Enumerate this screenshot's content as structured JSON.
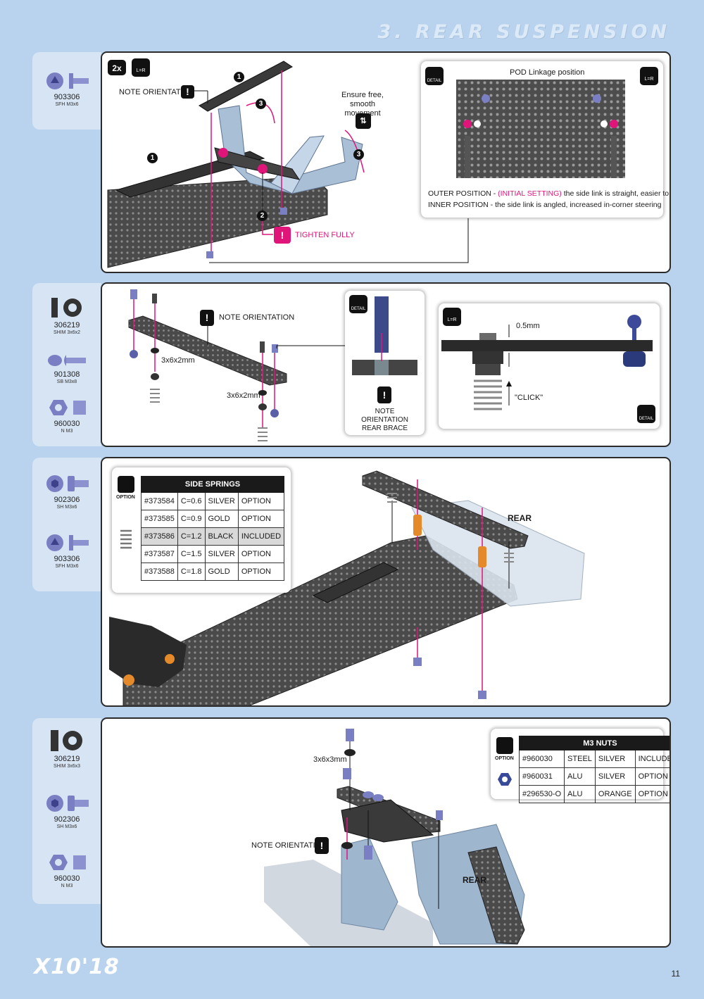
{
  "header": {
    "title": "3. REAR SUSPENSION"
  },
  "footer": {
    "logo": "X10'18",
    "page_number": "11"
  },
  "steps": [
    {
      "parts": [
        {
          "code": "903306",
          "desc": "SFH M3x6",
          "icon": "flat-head-screw-icon"
        }
      ],
      "labels": {
        "multiplier": "2x",
        "lr": "L=R",
        "note_orientation": "NOTE ORIENTATION",
        "ensure_free": "Ensure free, smooth movement",
        "tighten_fully": "TIGHTEN FULLY",
        "step1": "1",
        "step2": "2",
        "step3": "3"
      },
      "detail": {
        "badge": "DETAIL",
        "title": "POD Linkage position",
        "outer_prefix": "OUTER POSITION - ",
        "outer_highlight": "(INITIAL SETTING)",
        "outer_suffix": " the side link is straight, easier to drive",
        "inner": "INNER POSITION - the side link is angled, increased in-corner steering"
      }
    },
    {
      "parts": [
        {
          "code": "306219",
          "desc": "SHIM 3x6x2",
          "icon": "shim-icon"
        },
        {
          "code": "901308",
          "desc": "SB M3x8",
          "icon": "button-head-screw-icon"
        },
        {
          "code": "960030",
          "desc": "N M3",
          "icon": "nut-icon"
        }
      ],
      "labels": {
        "note_orientation": "NOTE ORIENTATION",
        "shim_a": "3x6x2mm",
        "shim_b": "3x6x2mm",
        "detail_badge": "DETAIL",
        "note_orientation_rear": "NOTE ORIENTATION REAR BRACE",
        "lr": "L=R",
        "gap": "0.5mm",
        "click": "\"CLICK\""
      }
    },
    {
      "parts": [
        {
          "code": "902306",
          "desc": "SH M3x6",
          "icon": "socket-head-screw-icon"
        },
        {
          "code": "903306",
          "desc": "SFH M3x6",
          "icon": "flat-head-screw-icon"
        }
      ],
      "option_label": "OPTION",
      "rear_label": "REAR",
      "side_springs": {
        "title": "SIDE SPRINGS",
        "rows": [
          [
            "#373584",
            "C=0.6",
            "SILVER",
            "OPTION"
          ],
          [
            "#373585",
            "C=0.9",
            "GOLD",
            "OPTION"
          ],
          [
            "#373586",
            "C=1.2",
            "BLACK",
            "INCLUDED"
          ],
          [
            "#373587",
            "C=1.5",
            "SILVER",
            "OPTION"
          ],
          [
            "#373588",
            "C=1.8",
            "GOLD",
            "OPTION"
          ]
        ]
      }
    },
    {
      "parts": [
        {
          "code": "306219",
          "desc": "SHIM 3x6x3",
          "icon": "shim-icon"
        },
        {
          "code": "902306",
          "desc": "SH M3x6",
          "icon": "socket-head-screw-icon"
        },
        {
          "code": "960030",
          "desc": "N M3",
          "icon": "nut-icon"
        }
      ],
      "option_label": "OPTION",
      "shim_label": "3x6x3mm",
      "note_orientation": "NOTE ORIENTATION",
      "rear_label": "REAR",
      "m3_nuts": {
        "title": "M3 NUTS",
        "rows": [
          [
            "#960030",
            "STEEL",
            "SILVER",
            "INCLUDED"
          ],
          [
            "#960031",
            "ALU",
            "SILVER",
            "OPTION"
          ],
          [
            "#296530-O",
            "ALU",
            "ORANGE",
            "OPTION"
          ]
        ]
      }
    }
  ],
  "colors": {
    "accent": "#e0157a",
    "background": "#b9d3ee",
    "carbon": "#3a3a3a",
    "aluminium": "#a9bfd6",
    "screw": "#7a7fc4",
    "orange": "#e48a2a"
  }
}
